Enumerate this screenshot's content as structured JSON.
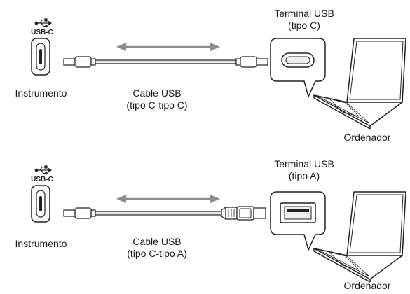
{
  "colors": {
    "line": "#222222",
    "fill": "#ffffff",
    "cable": "#e6e6e6",
    "arrow": "#8c8c8c",
    "port_fill": "#efefef"
  },
  "usb_symbol_text": "USB-C",
  "panels": [
    {
      "device_label": "Instrumento",
      "cable_line1": "Cable USB",
      "cable_line2": "(tipo C-tipo C)",
      "terminal_line1": "Terminal USB",
      "terminal_line2": "(tipo C)",
      "computer_label": "Ordenador",
      "right_connector": "usb-c-plug",
      "computer_port": "usb-c-port-icon"
    },
    {
      "device_label": "Instrumento",
      "cable_line1": "Cable USB",
      "cable_line2": "(tipo C-tipo A)",
      "terminal_line1": "Terminal USB",
      "terminal_line2": "(tipo A)",
      "computer_label": "Ordenador",
      "right_connector": "usb-a-plug",
      "computer_port": "usb-a-port-icon"
    }
  ]
}
